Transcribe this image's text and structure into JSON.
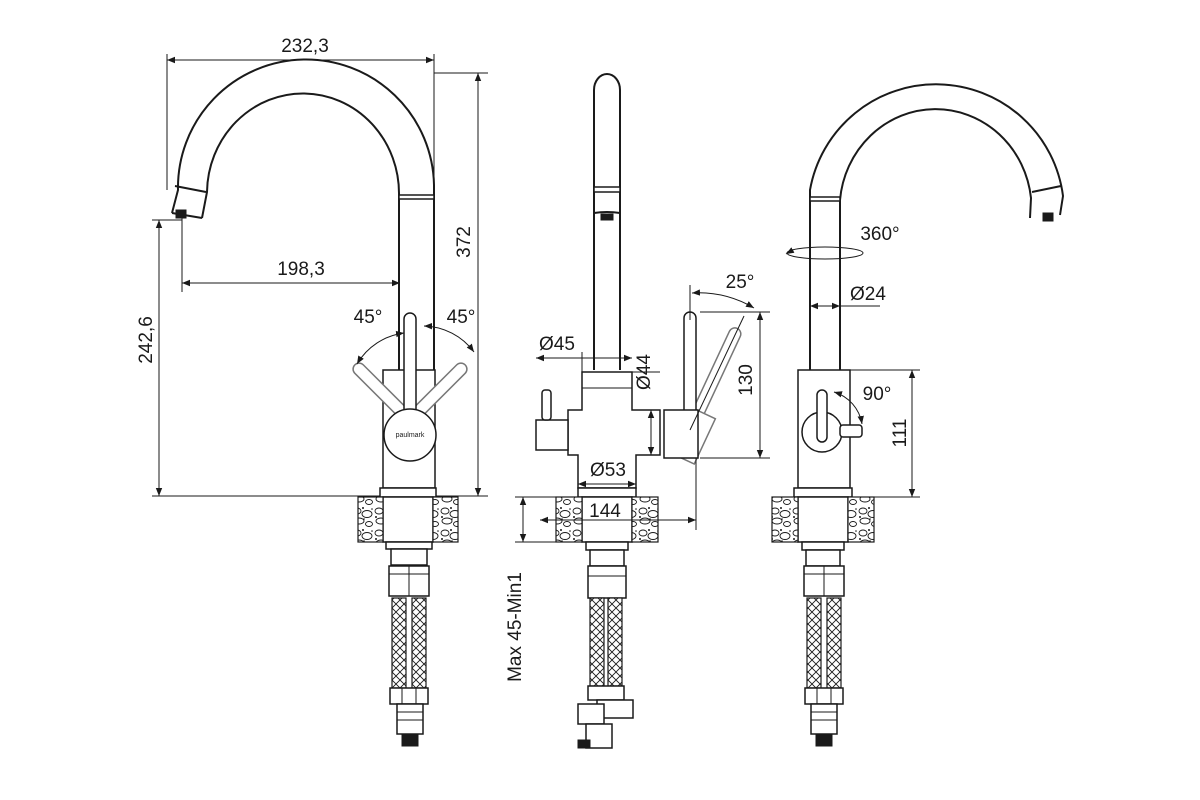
{
  "brand_logo_text": "paulmark",
  "dimensions": {
    "spout_reach_total": "232,3",
    "spout_reach_outlet": "198,3",
    "total_height": "372",
    "outlet_height": "242,6",
    "lever_angle_left": "45°",
    "lever_angle_right": "45°",
    "spout_diameter": "Ø45",
    "body_diameter": "Ø44",
    "base_diameter": "Ø53",
    "lever_tilt_angle": "25°",
    "lever_height": "130",
    "base_width": "144",
    "mounting_thickness": "Max 45-Min1",
    "swivel_angle": "360°",
    "tube_diameter": "Ø24",
    "handle_rotation_angle": "90°",
    "body_height": "111"
  },
  "colors": {
    "line": "#1a1a1a",
    "background": "#ffffff",
    "ghost": "#777777"
  }
}
